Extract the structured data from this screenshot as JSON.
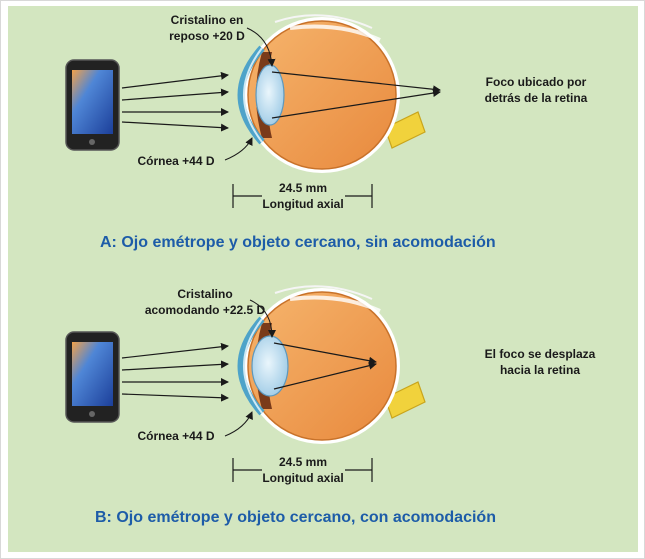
{
  "panel_a": {
    "lens_label_1": "Cristalino en",
    "lens_label_2": "reposo +20 D",
    "focus_label_1": "Foco ubicado por",
    "focus_label_2": "detrás de la retina",
    "cornea_label": "Córnea +44 D",
    "length_value": "24.5 mm",
    "length_label": "Longitud axial",
    "caption": "A: Ojo emétrope y objeto cercano, sin acomodación"
  },
  "panel_b": {
    "lens_label_1": "Cristalino",
    "lens_label_2": "acomodando +22.5 D",
    "focus_label_1": "El foco se desplaza",
    "focus_label_2": "hacia la retina",
    "cornea_label": "Córnea +44 D",
    "length_value": "24.5 mm",
    "length_label": "Longitud axial",
    "caption": "B: Ojo emétrope y objeto cercano, con acomodación"
  },
  "colors": {
    "background": "#d3e6c0",
    "caption_blue": "#1d5ca8",
    "eye_orange": "#f0a25a",
    "lens_blue": "#b9dcef",
    "optic_nerve": "#f1d23c"
  }
}
